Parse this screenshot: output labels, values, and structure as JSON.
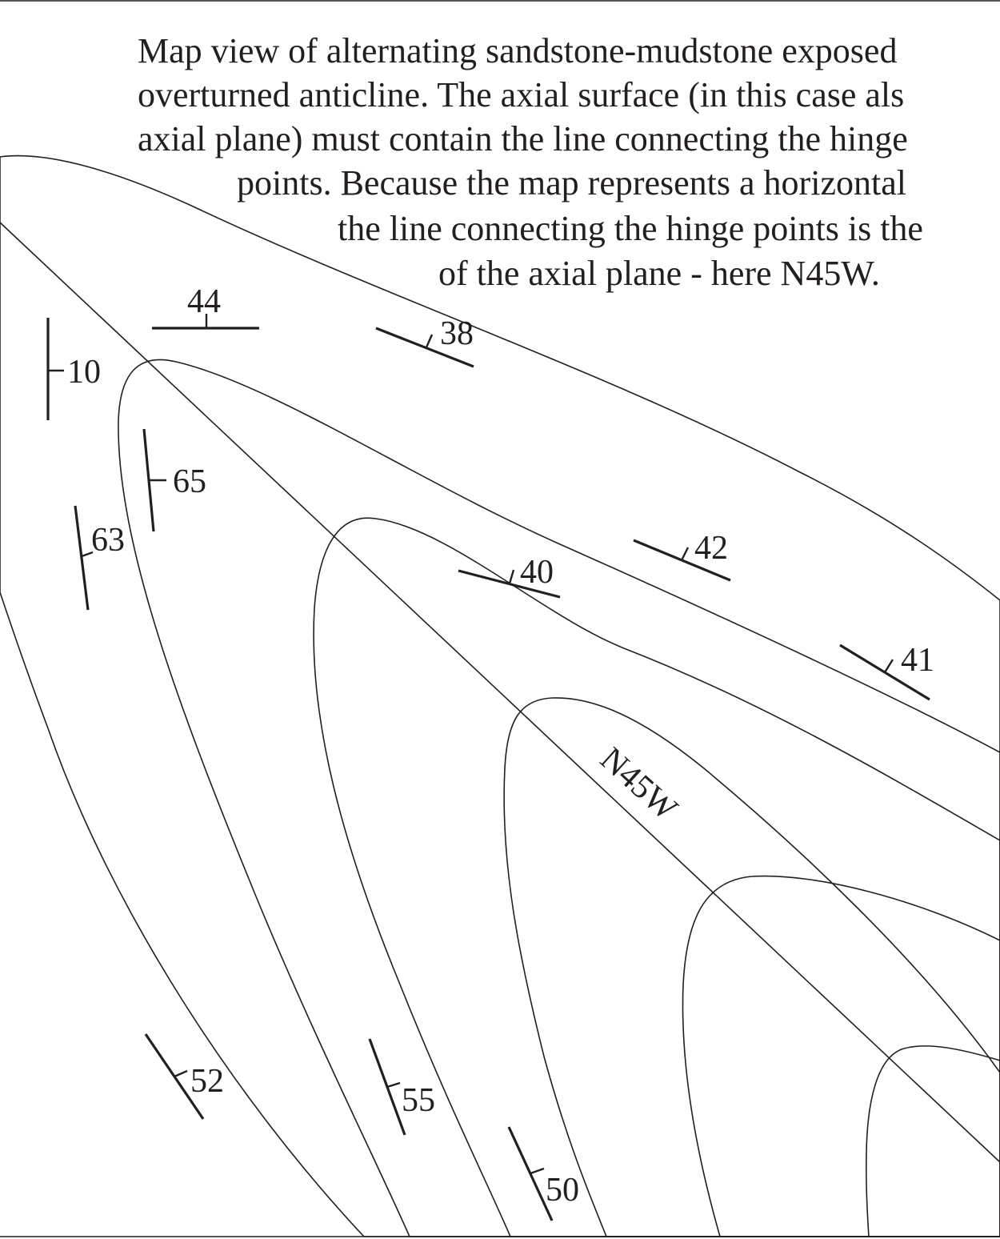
{
  "caption": {
    "lines": [
      "Map view of alternating sandstone-mudstone exposed",
      "overturned anticline. The axial surface (in this case als",
      "axial plane) must contain the line connecting the hinge",
      "points. Because the map represents a horizontal",
      "the line connecting the hinge points is the",
      "of the axial plane - here N45W."
    ]
  },
  "axial_trace": {
    "label": "N45W"
  },
  "dip_symbols": [
    {
      "value": "10"
    },
    {
      "value": "44"
    },
    {
      "value": "38"
    },
    {
      "value": "65"
    },
    {
      "value": "63"
    },
    {
      "value": "40"
    },
    {
      "value": "42"
    },
    {
      "value": "41"
    },
    {
      "value": "52"
    },
    {
      "value": "55"
    },
    {
      "value": "50"
    }
  ],
  "colors": {
    "sandstone_yellow": "#fdf7b0",
    "mudstone_green": "#d3e18f",
    "line": "#231f20",
    "background": "#ffffff"
  }
}
